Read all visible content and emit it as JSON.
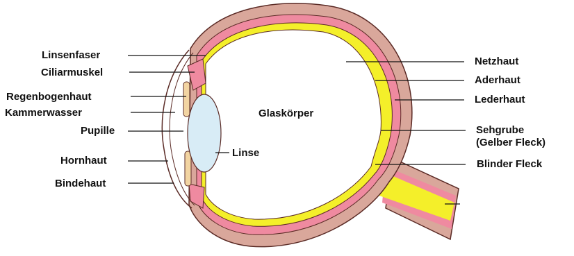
{
  "labels_left": [
    {
      "id": "linsenfaser",
      "text": "Linsenfaser"
    },
    {
      "id": "ciliarmuskel",
      "text": "Ciliarmuskel"
    },
    {
      "id": "regenbogenhaut",
      "text": "Regenbogenhaut"
    },
    {
      "id": "kammerwasser",
      "text": "Kammerwasser"
    },
    {
      "id": "pupille",
      "text": "Pupille"
    },
    {
      "id": "hornhaut",
      "text": "Hornhaut"
    },
    {
      "id": "bindehaut",
      "text": "Bindehaut"
    }
  ],
  "labels_right": [
    {
      "id": "netzhaut",
      "text": "Netzhaut"
    },
    {
      "id": "aderhaut",
      "text": "Aderhaut"
    },
    {
      "id": "lederhaut",
      "text": "Lederhaut"
    },
    {
      "id": "sehgrube",
      "text": "Sehgrube"
    },
    {
      "id": "gelber_fleck",
      "text": "(Gelber Fleck)"
    },
    {
      "id": "blinder_fleck",
      "text": "Blinder Fleck"
    }
  ],
  "labels_inner": {
    "glaskoerper": "Glaskörper",
    "linse": "Linse"
  },
  "colors": {
    "sclera": "#d9a79b",
    "choroid": "#ef8aa0",
    "retina": "#f4ef2a",
    "lens": "#d8ecf6",
    "iris": "#f2d4a2",
    "outline": "#5a2a25",
    "leader": "#111111"
  }
}
